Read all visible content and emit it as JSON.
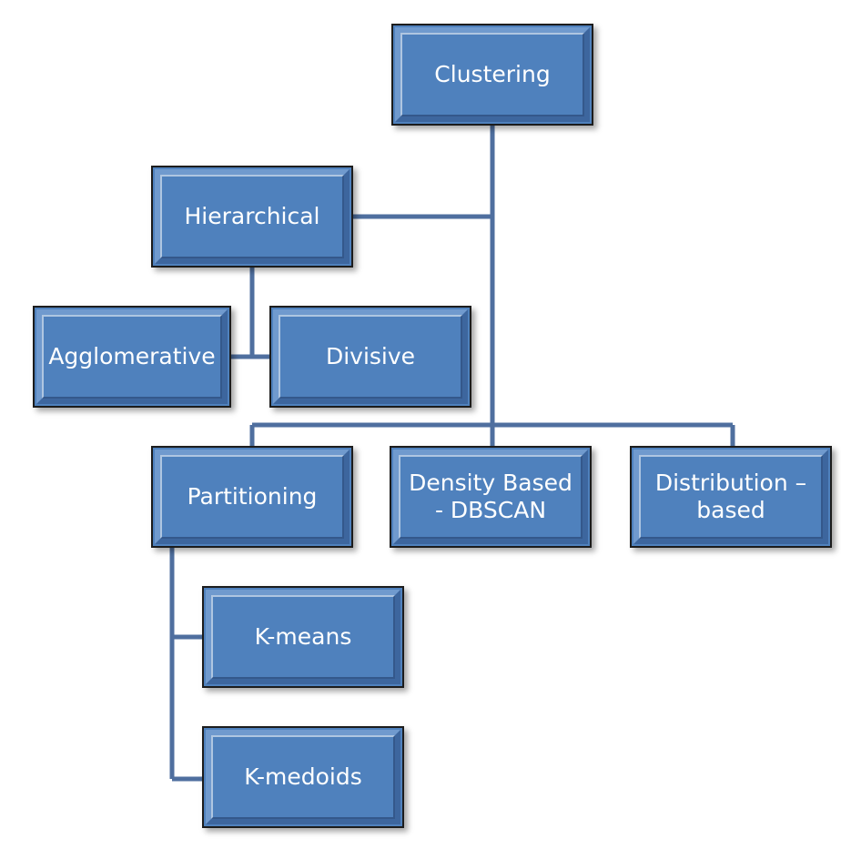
{
  "diagram": {
    "root": "Clustering",
    "nodes": {
      "clustering": "Clustering",
      "hierarchical": "Hierarchical",
      "agglomerative": "Agglomerative",
      "divisive": "Divisive",
      "partitioning": "Partitioning",
      "density": "Density Based\n- DBSCAN",
      "distribution": "Distribution –\nbased",
      "kmeans": "K-means",
      "kmedoids": "K-medoids"
    },
    "edges": [
      [
        "Clustering",
        "Hierarchical"
      ],
      [
        "Clustering",
        "Partitioning"
      ],
      [
        "Clustering",
        "Density Based - DBSCAN"
      ],
      [
        "Clustering",
        "Distribution – based"
      ],
      [
        "Hierarchical",
        "Agglomerative"
      ],
      [
        "Hierarchical",
        "Divisive"
      ],
      [
        "Partitioning",
        "K-means"
      ],
      [
        "Partitioning",
        "K-medoids"
      ]
    ],
    "colors": {
      "box_fill": "#4f81bd",
      "box_border": "#1c1c1c",
      "connector": "#4f6f9f",
      "text": "#ffffff"
    }
  }
}
